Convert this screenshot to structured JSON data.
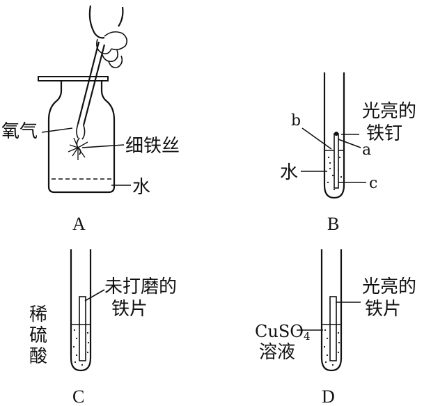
{
  "panels": {
    "A": {
      "caption": "A",
      "labels": {
        "oxygen": "氧气",
        "iron_wire": "细铁丝",
        "water": "水"
      }
    },
    "B": {
      "caption": "B",
      "labels": {
        "nail_line1": "光亮的",
        "nail_line2": "铁钉",
        "point_a": "a",
        "point_b": "b",
        "point_c": "c",
        "water": "水"
      }
    },
    "C": {
      "caption": "C",
      "labels": {
        "plate_line1": "未打磨的",
        "plate_line2": "铁片",
        "acid_1": "稀",
        "acid_2": "硫",
        "acid_3": "酸"
      }
    },
    "D": {
      "caption": "D",
      "labels": {
        "plate_line1": "光亮的",
        "plate_line2": "铁片",
        "solution_line1": "CuSO",
        "solution_sub": "4",
        "solution_line2": "溶液"
      }
    }
  },
  "icons": [
    "hand-icon",
    "tongs-icon",
    "gas-jar-icon",
    "test-tube-icon",
    "iron-nail-icon",
    "iron-plate-icon"
  ]
}
